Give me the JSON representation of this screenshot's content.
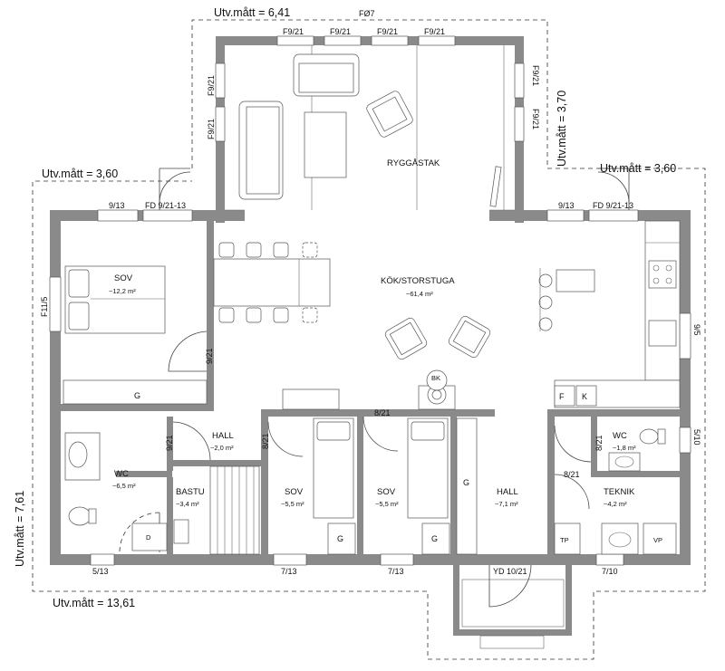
{
  "plan": {
    "dims": {
      "top": "Utv.mått = 6,41",
      "right_top": "Utv.mått = 3,70",
      "left_wing": "Utv.mått = 3,60",
      "right_wing": "Utv.mått = 3,60",
      "left_side": "Utv.mått = 7,61",
      "bottom": "Utv.mått = 13,61"
    },
    "labels": {
      "f07": "FØ7",
      "ryggastak": "RYGGÅSTAK",
      "f921": "F9/21",
      "w913": "9/13",
      "fd921_13": "FD 9/21-13",
      "f11_5": "F11/5",
      "w9_21": "9/21",
      "w8_21": "8/21",
      "w9_5": "9/5",
      "w5_10": "5/10",
      "w5_13": "5/13",
      "w7_13": "7/13",
      "yd": "YD 10/21",
      "w7_10": "7/10",
      "bk": "BK",
      "g": "G",
      "f": "F",
      "k": "K",
      "tp": "TP",
      "vp": "VP",
      "d": "D"
    },
    "rooms": {
      "sov1": {
        "name": "SOV",
        "area": "~12,2 m²"
      },
      "kok": {
        "name": "KÖK/STORSTUGA",
        "area": "~61,4 m²"
      },
      "hall1": {
        "name": "HALL",
        "area": "~2,0 m²"
      },
      "wc1": {
        "name": "WC",
        "area": "~6,5 m²"
      },
      "bastu": {
        "name": "BASTU",
        "area": "~3,4 m²"
      },
      "sov2": {
        "name": "SOV",
        "area": "~5,5 m²"
      },
      "sov3": {
        "name": "SOV",
        "area": "~5,5 m²"
      },
      "hall2": {
        "name": "HALL",
        "area": "~7,1 m²"
      },
      "wc2": {
        "name": "WC",
        "area": "~1,8 m²"
      },
      "teknik": {
        "name": "TEKNIK",
        "area": "~4,2 m²"
      }
    }
  }
}
